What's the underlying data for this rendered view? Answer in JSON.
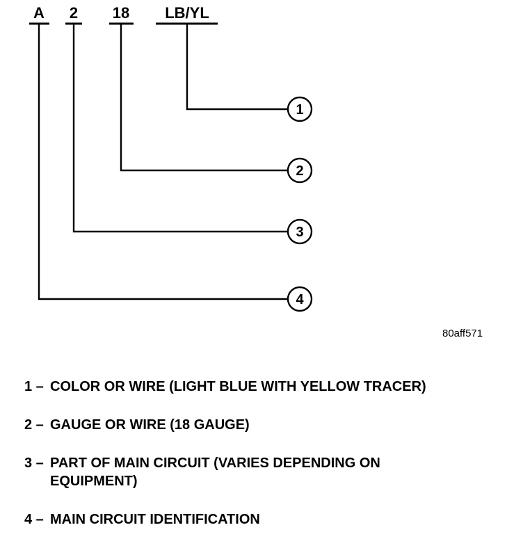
{
  "code": {
    "segments": [
      {
        "label": "A"
      },
      {
        "label": "2"
      },
      {
        "label": "18"
      },
      {
        "label": "LB/YL"
      }
    ]
  },
  "callouts": [
    {
      "number": "1"
    },
    {
      "number": "2"
    },
    {
      "number": "3"
    },
    {
      "number": "4"
    }
  ],
  "figure_ref": "80aff571",
  "legend": [
    {
      "label": "1 –",
      "text": "COLOR OR WIRE (LIGHT BLUE WITH YELLOW TRACER)"
    },
    {
      "label": "2 –",
      "text": "GAUGE OR WIRE (18 GAUGE)"
    },
    {
      "label": "3 –",
      "text": "PART OF MAIN CIRCUIT (VARIES DEPENDING ON\nEQUIPMENT)"
    },
    {
      "label": "4 –",
      "text": "MAIN CIRCUIT IDENTIFICATION"
    }
  ],
  "colors": {
    "line": "#000000",
    "background": "#ffffff"
  }
}
